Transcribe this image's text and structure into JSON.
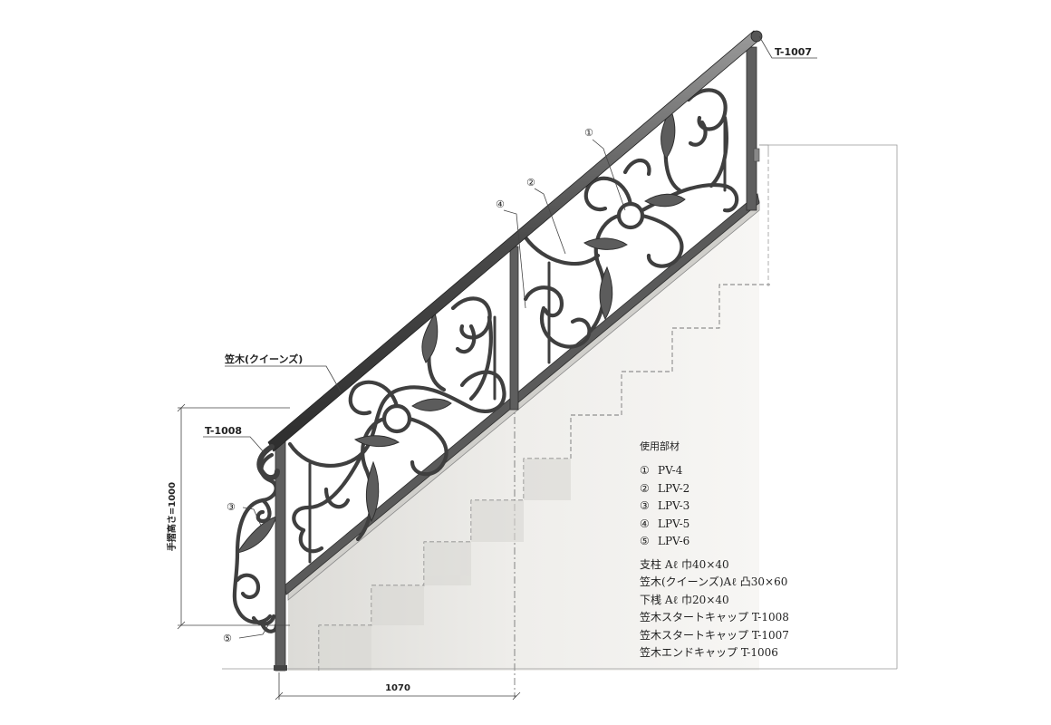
{
  "labels": {
    "rail_top_code": "T-1007",
    "rail_start_code": "T-1008",
    "handrail_name": "笠木(クイーンズ)",
    "height_dimension": "手摺高さ=1000",
    "width_dimension": "1070"
  },
  "callouts": [
    "①",
    "②",
    "③",
    "④",
    "⑤"
  ],
  "parts_list": {
    "title": "使用部材",
    "items": [
      {
        "num": "①",
        "name": "PV-4"
      },
      {
        "num": "②",
        "name": "LPV-2"
      },
      {
        "num": "③",
        "name": "LPV-3"
      },
      {
        "num": "④",
        "name": "LPV-5"
      },
      {
        "num": "⑤",
        "name": "LPV-6"
      }
    ],
    "specs": [
      "支柱 Aℓ 巾40×40",
      "笠木(クイーンズ)Aℓ 凸30×60",
      "下桟 Aℓ 巾20×40",
      "笠木スタートキャップ T-1008",
      "笠木スタートキャップ T-1007",
      "笠木エンドキャップ T-1006"
    ]
  },
  "colors": {
    "iron": "#3f3f3f",
    "iron_fill": "#6a6a6a",
    "wall": "#ecebe8",
    "line": "#555555"
  }
}
